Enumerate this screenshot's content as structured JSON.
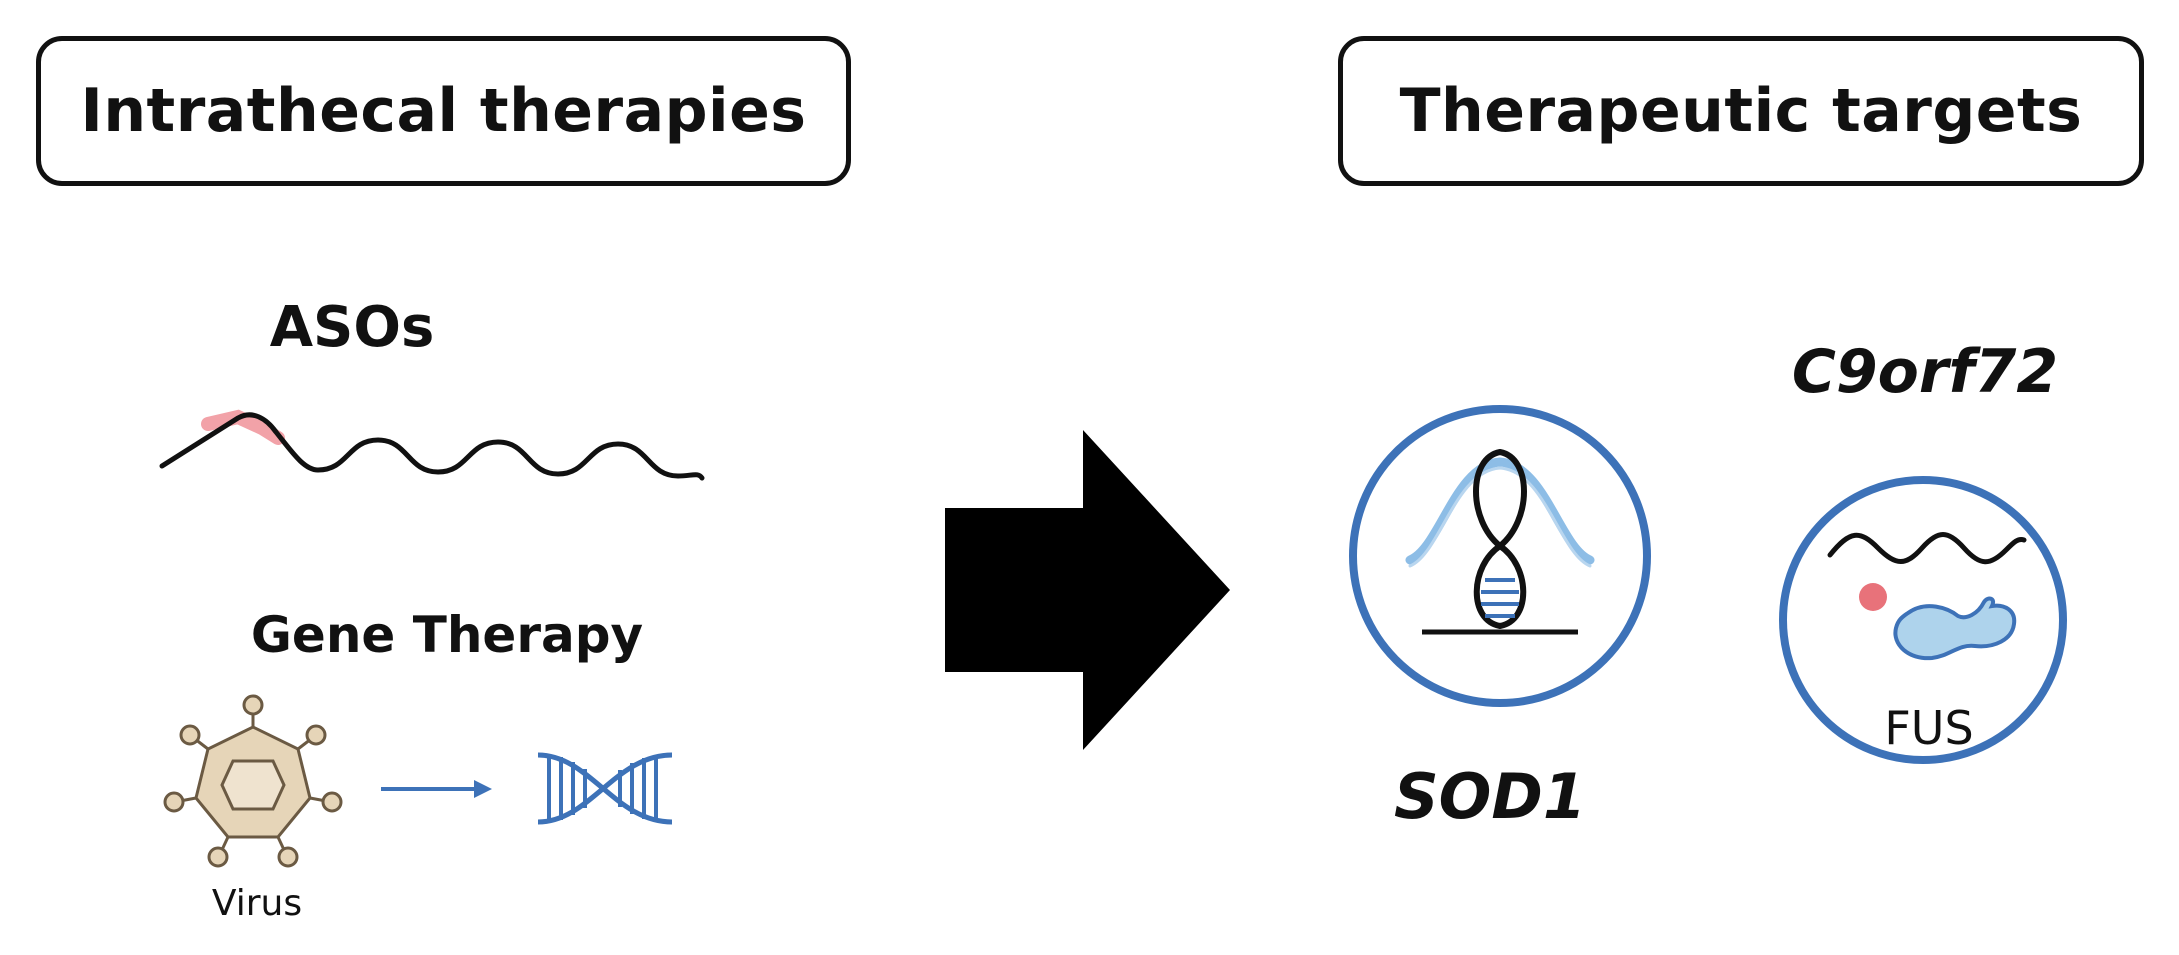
{
  "left_panel": {
    "header": "Intrathecal therapies",
    "aso_label": "ASOs",
    "gene_therapy_label": "Gene Therapy",
    "virus_label": "Virus"
  },
  "right_panel": {
    "header": "Therapeutic targets",
    "targets": [
      {
        "label": "SOD1"
      },
      {
        "label": "C9orf72"
      },
      {
        "label": "FUS"
      }
    ]
  },
  "icons": [
    "aso-strand-icon",
    "virus-icon",
    "dna-helix-icon",
    "big-right-arrow-icon",
    "sod1-dna-loop-icon",
    "fus-protein-icon"
  ],
  "colors": {
    "outline": "#111111",
    "circle_blue": "#3d72b8",
    "light_blue": "#8dbde6",
    "fus_blob": "#aed3ec",
    "pink_dot": "#e8727a",
    "virus_fill": "#e6d5b8",
    "virus_stroke": "#6b5a43"
  }
}
